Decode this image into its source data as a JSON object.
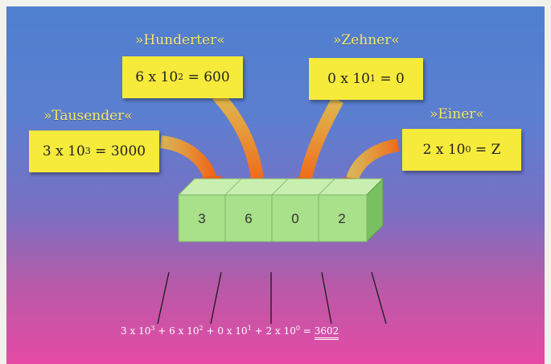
{
  "labels": {
    "tausender": "»Tausender«",
    "hunderter": "»Hunderter«",
    "zehner": "»Zehner«",
    "einer": "»Einer«"
  },
  "formulas": {
    "tausender": {
      "coef": "3",
      "times": "x",
      "base": "10",
      "exp": "3",
      "eq": "=",
      "result": "3000"
    },
    "hunderter": {
      "coef": "6",
      "times": "x",
      "base": "10",
      "exp": "2",
      "eq": "=",
      "result": "600"
    },
    "zehner": {
      "coef": "0",
      "times": "x",
      "base": "10",
      "exp": "1",
      "eq": "=",
      "result": "0"
    },
    "einer": {
      "coef": "2",
      "times": "x",
      "base": "10",
      "exp": "0",
      "eq": "=",
      "result": "Z"
    }
  },
  "digits": [
    "3",
    "6",
    "0",
    "2"
  ],
  "sum_terms": [
    {
      "coef": "3",
      "exp": "3"
    },
    {
      "coef": "6",
      "exp": "2"
    },
    {
      "coef": "0",
      "exp": "1"
    },
    {
      "coef": "2",
      "exp": "0"
    }
  ],
  "sum_symbols": {
    "times": "x",
    "base": "10",
    "plus": "+",
    "eq": "="
  },
  "sum_result": "3602",
  "colors": {
    "box_yellow": "#f6ea3b",
    "label_yellow": "#f6e86a",
    "arrow_orange": "#f08a1e",
    "cube_green": "#a9e08a"
  }
}
